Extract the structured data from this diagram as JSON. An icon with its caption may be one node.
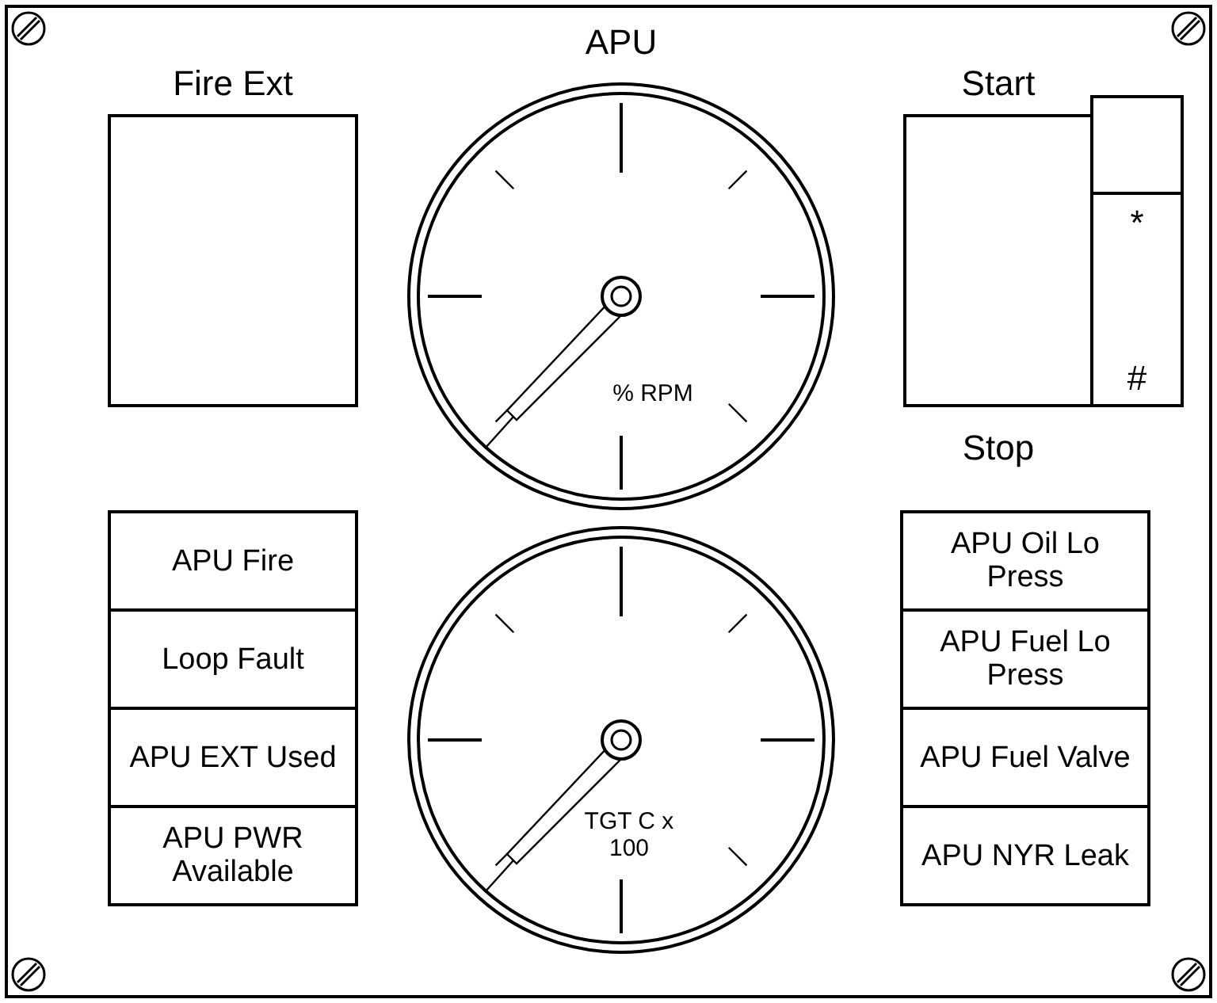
{
  "diagram": {
    "title": "APU",
    "nodes": [
      {
        "text": [
          "Fire Ext"
        ]
      },
      {
        "text": [
          "Start",
          "Stop"
        ]
      },
      {
        "text": [],
        "shape": "box"
      },
      {
        "text": [
          "*",
          "#"
        ]
      },
      {
        "text": [
          "% RPM"
        ]
      },
      {
        "text": [
          "TGT C x 100"
        ]
      },
      {
        "text": [
          "APU Fire"
        ]
      },
      {
        "text": [
          "Loop Fault"
        ]
      },
      {
        "text": [
          "APU EXT Used"
        ]
      },
      {
        "text": [
          "APU PWR Available"
        ]
      },
      {
        "text": [
          "APU Oil Lo Press"
        ]
      },
      {
        "text": [
          "APU Fuel Lo Press"
        ]
      },
      {
        "text": [
          "APU Fuel Valve"
        ]
      },
      {
        "text": [
          "APU NYR Leak"
        ]
      }
    ],
    "edges": []
  }
}
